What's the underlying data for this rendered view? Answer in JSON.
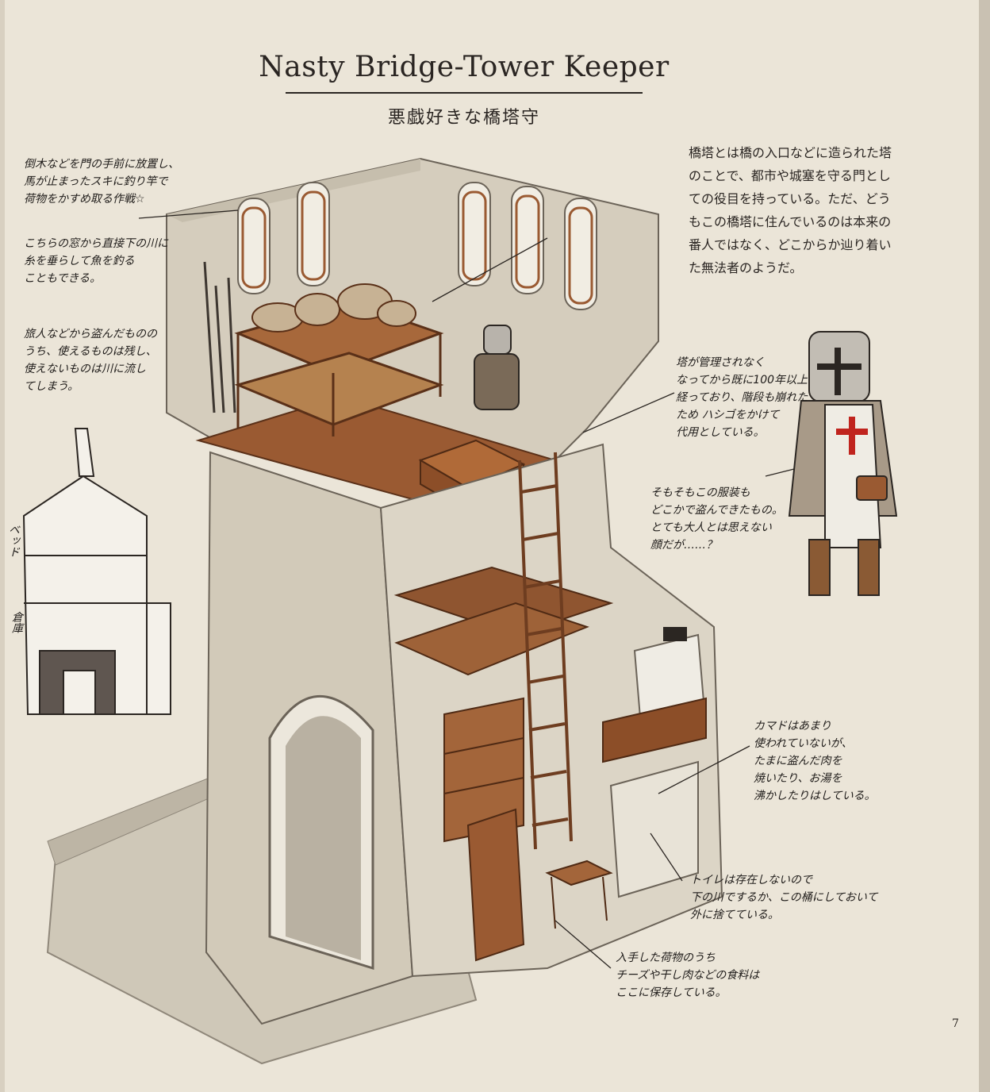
{
  "title": "Nasty Bridge-Tower Keeper",
  "subtitle": "悪戯好きな橋塔守",
  "description": [
    "橋塔とは橋の入口などに造られた塔",
    "のことで、都市や城塞を守る門とし",
    "ての役目を持っている。ただ、どう",
    "もこの橋塔に住んでいるのは本来の",
    "番人ではなく、どこからか辿り着い",
    "た無法者のようだ。"
  ],
  "notes": {
    "ambush": [
      "倒木などを門の手前に放置し、",
      "馬が止まったスキに釣り竿で",
      "荷物をかすめ取る作戦☆"
    ],
    "window_fishing": [
      "こちらの窓から直接下の川に",
      "糸を垂らして魚を釣る",
      "こともできる。"
    ],
    "loot": [
      "旅人などから盗んだものの",
      "うち、使えるものは残し、",
      "使えないものは川に流し",
      "てしまう。"
    ],
    "ladder": [
      "塔が管理されなく",
      "なってから既に100年以上",
      "経っており、階段も崩れた",
      "ため ハシゴをかけて",
      "代用としている。"
    ],
    "outfit": [
      "そもそもこの服装も",
      "どこかで盗んできたもの。",
      "とても大人とは思えない",
      "顔だが……？"
    ],
    "hearth": [
      "カマドはあまり",
      "使われていないが、",
      "たまに盗んだ肉を",
      "焼いたり、お湯を",
      "沸かしたりはしている。"
    ],
    "toilet": [
      "トイレは存在しないので",
      "下の川でするか、この桶にしておいて",
      "外に捨てている。"
    ],
    "storage": [
      "入手した荷物のうち",
      "チーズや干し肉などの食料は",
      "ここに保存している。"
    ],
    "sketch_bed": "ベッド",
    "sketch_storage": "倉庫"
  },
  "page_number": "7",
  "colors": {
    "paper": "#ebe5d8",
    "stone": "#d9d2c3",
    "stone_dark": "#b9b0a0",
    "wood": "#9a5a32",
    "wood_dark": "#6e3d20",
    "red_cross": "#c0241e",
    "ink": "#2a2522"
  },
  "icons": [
    "tower-cutaway-illustration",
    "knight-figure",
    "section-sketch"
  ]
}
